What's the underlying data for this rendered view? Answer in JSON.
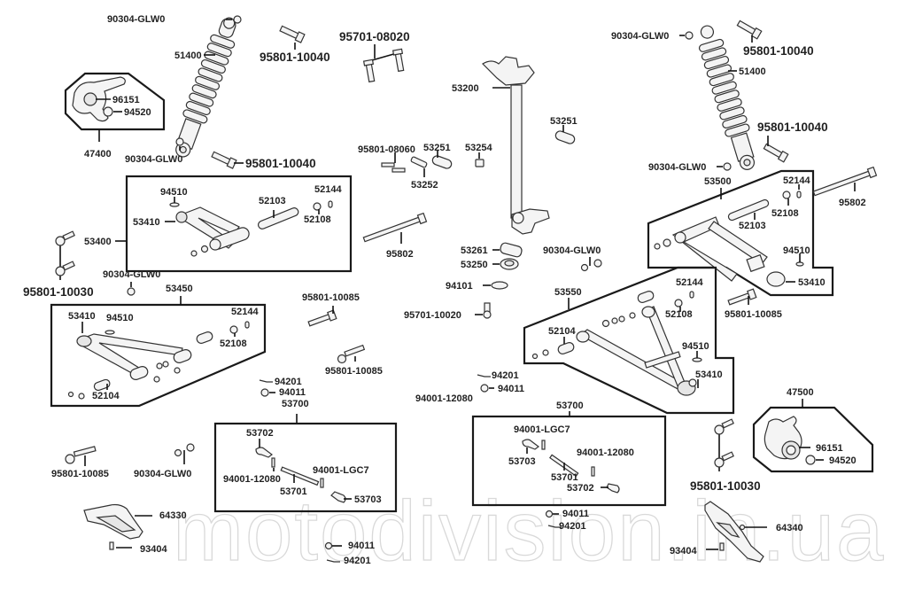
{
  "diagram": {
    "title": "Front suspension & steering parts diagram",
    "watermark": "motodivision.in.ua",
    "colors": {
      "line": "#1a1a1a",
      "text": "#222222",
      "part_fill": "#f4f4f4",
      "watermark": "#d9d9d9"
    }
  },
  "labels": {
    "l_90304_tl": "90304-GLW0",
    "l_51400_l": "51400",
    "l_95801_10040_tl": "95801-10040",
    "l_96151_l": "96151",
    "l_94520_l": "94520",
    "l_47400": "47400",
    "l_90304_l2": "90304-GLW0",
    "l_95801_10040_l2": "95801-10040",
    "l_95701_08020": "95701-08020",
    "l_53200": "53200",
    "l_53251_r": "53251",
    "l_95801_08060": "95801-08060",
    "l_53251_c": "53251",
    "l_53254": "53254",
    "l_53252": "53252",
    "l_90304_tr": "90304-GLW0",
    "l_95801_10040_tr": "95801-10040",
    "l_51400_r": "51400",
    "l_95801_10040_r2": "95801-10040",
    "l_90304_r2": "90304-GLW0",
    "l_53500": "53500",
    "l_52144_r1": "52144",
    "l_52108_r1": "52108",
    "l_95802_r": "95802",
    "l_52103_r": "52103",
    "l_94510_r1": "94510",
    "l_53410_r1": "53410",
    "l_95801_10085_r": "95801-10085",
    "l_94510_l1": "94510",
    "l_52103_l": "52103",
    "l_52144_l1": "52144",
    "l_52108_l1": "52108",
    "l_53410_l1": "53410",
    "l_53400": "53400",
    "l_95801_10030_l": "95801-10030",
    "l_90304_l3": "90304-GLW0",
    "l_53450": "53450",
    "l_95802_c": "95802",
    "l_53261": "53261",
    "l_53250": "53250",
    "l_90304_c": "90304-GLW0",
    "l_94101": "94101",
    "l_95701_10020": "95701-10020",
    "l_53550": "53550",
    "l_52144_r2": "52144",
    "l_52108_r2": "52108",
    "l_52104_r": "52104",
    "l_94510_r2": "94510",
    "l_53410_r2": "53410",
    "l_53410_l2": "53410",
    "l_94510_l2": "94510",
    "l_52144_l2": "52144",
    "l_52108_l2": "52108",
    "l_52104_l": "52104",
    "l_95801_10085_c1": "95801-10085",
    "l_95801_10085_c2": "95801-10085",
    "l_94201_c": "94201",
    "l_94011_c": "94011",
    "l_53700_l": "53700",
    "l_53702_l": "53702",
    "l_94001_12080_l": "94001-12080",
    "l_94001_LGC7_l": "94001-LGC7",
    "l_53701_l": "53701",
    "l_53703_l": "53703",
    "l_94201_r": "94201",
    "l_94011_r": "94011",
    "l_94001_12080_rtop": "94001-12080",
    "l_53700_r": "53700",
    "l_94001_LGC7_r": "94001-LGC7",
    "l_53703_r": "53703",
    "l_94001_12080_r": "94001-12080",
    "l_53701_r": "53701",
    "l_53702_r": "53702",
    "l_47500": "47500",
    "l_96151_r": "96151",
    "l_94520_r": "94520",
    "l_95801_10030_r": "95801-10030",
    "l_95801_10085_bl": "95801-10085",
    "l_90304_bl": "90304-GLW0",
    "l_64330": "64330",
    "l_93404_l": "93404",
    "l_94011_b1": "94011",
    "l_94201_b1": "94201",
    "l_94011_b2": "94011",
    "l_94201_b2": "94201",
    "l_64340": "64340",
    "l_93404_r": "93404"
  }
}
